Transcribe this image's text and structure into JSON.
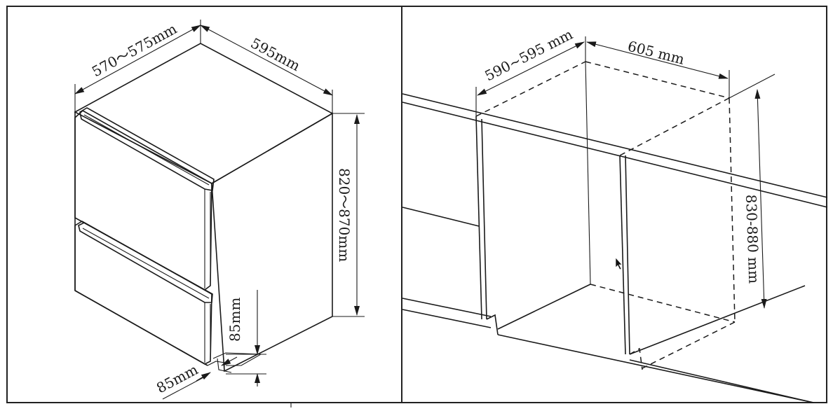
{
  "left_panel": {
    "dimensions": {
      "depth": "570～575mm",
      "width": "595mm",
      "height": "820～870mm",
      "kick_height": "85mm",
      "kick_depth": "85mm"
    }
  },
  "right_panel": {
    "dimensions": {
      "depth": "590~595 mm",
      "width": "605 mm",
      "height": "830-880 mm"
    }
  }
}
